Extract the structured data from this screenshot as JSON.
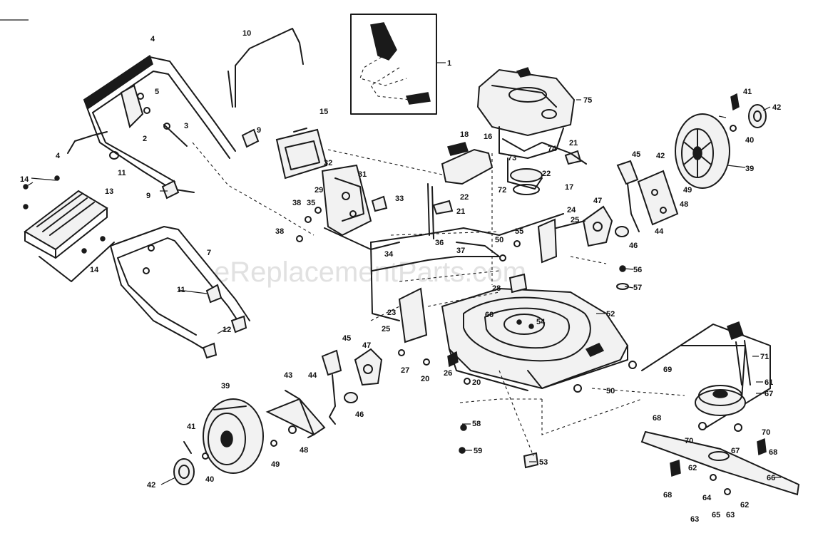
{
  "watermark": "eReplacementParts.com",
  "callouts": {
    "c1": "1",
    "c2": "2",
    "c3": "3",
    "c4": "4",
    "c4b": "4",
    "c5": "5",
    "c7": "7",
    "c9": "9",
    "c9b": "9",
    "c10": "10",
    "c11": "11",
    "c11b": "11",
    "c12": "12",
    "c13": "13",
    "c14": "14",
    "c14b": "14",
    "c15": "15",
    "c16": "16",
    "c17": "17",
    "c18": "18",
    "c20": "20",
    "c20b": "20",
    "c21": "21",
    "c21b": "21",
    "c22": "22",
    "c22b": "22",
    "c23": "23",
    "c24": "24",
    "c25": "25",
    "c25b": "25",
    "c26": "26",
    "c27": "27",
    "c28": "28",
    "c29": "29",
    "c31": "31",
    "c32": "32",
    "c33": "33",
    "c34": "34",
    "c35": "35",
    "c36": "36",
    "c37": "37",
    "c38": "38",
    "c38b": "38",
    "c39": "39",
    "c39b": "39",
    "c40": "40",
    "c40b": "40",
    "c41": "41",
    "c41b": "41",
    "c42": "42",
    "c42b": "42",
    "c42c": "42",
    "c43": "43",
    "c44": "44",
    "c44b": "44",
    "c45": "45",
    "c45b": "45",
    "c46": "46",
    "c46b": "46",
    "c47": "47",
    "c47b": "47",
    "c48": "48",
    "c48b": "48",
    "c49": "49",
    "c49b": "49",
    "c50": "50",
    "c50b": "50",
    "c52": "52",
    "c53": "53",
    "c54": "54",
    "c55": "55",
    "c56": "56",
    "c57": "57",
    "c58": "58",
    "c59": "59",
    "c60": "60",
    "c61": "61",
    "c62": "62",
    "c62b": "62",
    "c63": "63",
    "c63b": "63",
    "c64": "64",
    "c65": "65",
    "c66": "66",
    "c67": "67",
    "c67b": "67",
    "c68": "68",
    "c68b": "68",
    "c68c": "68",
    "c69": "69",
    "c70": "70",
    "c70b": "70",
    "c71": "71",
    "c72": "72",
    "c73": "73",
    "c74": "74",
    "c75": "75"
  }
}
